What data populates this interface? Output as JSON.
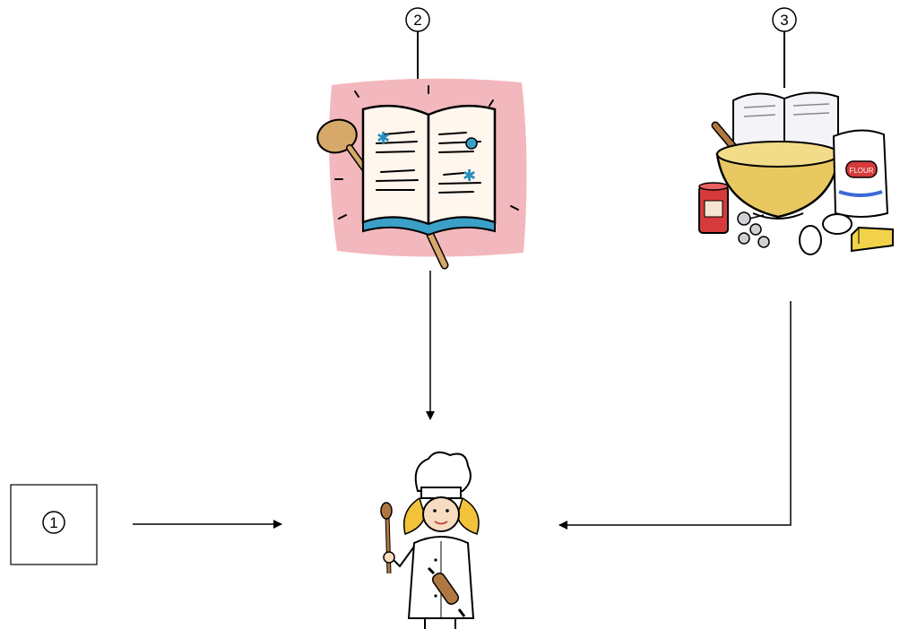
{
  "diagram": {
    "markers": [
      {
        "id": "marker-1",
        "text": "1"
      },
      {
        "id": "marker-2",
        "text": "2"
      },
      {
        "id": "marker-3",
        "text": "3"
      }
    ],
    "illustrations": {
      "recipe_book": "recipe-book-illustration",
      "ingredients": "baking-ingredients-illustration",
      "chef": "chef-illustration"
    },
    "ingredient_label_text": "FLOUR",
    "colors": {
      "line": "#000000",
      "book_background": "#f2b8bd",
      "book_accent": "#3aa0c8",
      "bowl": "#e8c860",
      "can_red": "#d63a3a",
      "butter": "#f2d24a",
      "chef_hair": "#f2c23a"
    },
    "relations": [
      {
        "from": "marker-1",
        "to": "chef"
      },
      {
        "from": "recipe_book",
        "to": "chef"
      },
      {
        "from": "ingredients",
        "to": "chef"
      }
    ]
  }
}
